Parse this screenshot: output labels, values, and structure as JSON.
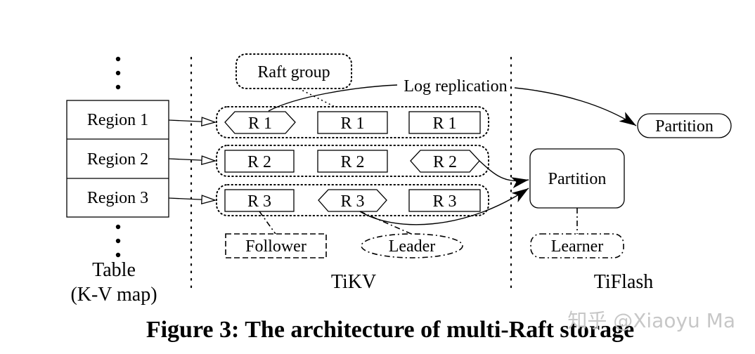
{
  "table": {
    "rows": [
      "Region 1",
      "Region 2",
      "Region 3"
    ],
    "label_line1": "Table",
    "label_line2": "(K-V map)"
  },
  "tikv": {
    "label": "TiKV",
    "raft_group_label": "Raft group",
    "log_replication_label": "Log replication",
    "rows": [
      [
        "R 1",
        "R 1",
        "R 1"
      ],
      [
        "R 2",
        "R 2",
        "R 2"
      ],
      [
        "R 3",
        "R 3",
        "R 3"
      ]
    ],
    "follower_label": "Follower",
    "leader_label": "Leader"
  },
  "tiflash": {
    "label": "TiFlash",
    "partition_small": "Partition",
    "partition_main": "Partition",
    "learner_label": "Learner"
  },
  "caption": "Figure 3: The architecture of multi-Raft storage",
  "watermark": "知乎 @Xiaoyu Ma"
}
